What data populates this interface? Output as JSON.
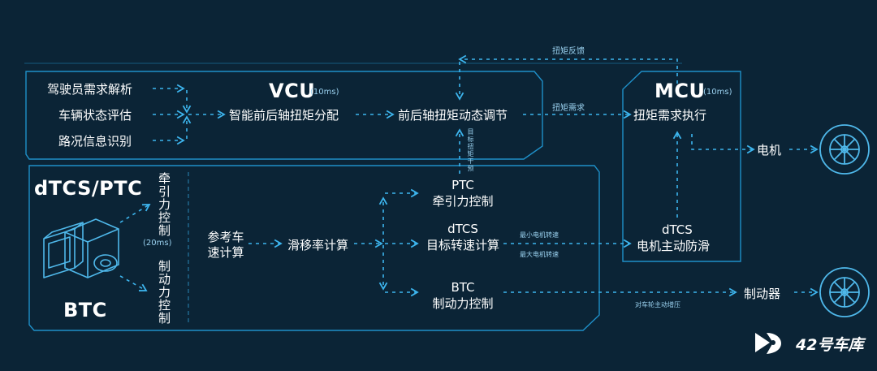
{
  "vcu": {
    "title": "VCU",
    "period": "(10ms)",
    "inputs": [
      "驾驶员需求解析",
      "车辆状态评估",
      "路况信息识别"
    ],
    "distribution": "智能前后轴扭矩分配",
    "adjustment": "前后轴扭矩动态调节"
  },
  "mcu": {
    "title": "MCU",
    "period": "(10ms)",
    "execution": "扭矩需求执行",
    "dtcs_label": "dTCS",
    "anti_slip": "电机主动防滑"
  },
  "signals": {
    "torque_feedback": "扭矩反馈",
    "torque_request": "扭矩需求",
    "target_torque_intervention": "目标扭矩干预",
    "min_motor_speed": "最小电机转速",
    "max_motor_speed": "最大电机转速",
    "wheel_active_pressure": "对车轮主动增压"
  },
  "dtcs_ptc": {
    "title": "dTCS/PTC",
    "traction_control": "牵引力控制",
    "period": "(20ms)",
    "brake_control": "制动力控制",
    "btc": "BTC",
    "ref_speed": "参考车速计算",
    "slip_rate": "滑移率计算",
    "ptc_label": "PTC",
    "ptc_text": "牵引力控制",
    "dtcs_label": "dTCS",
    "dtcs_text": "目标转速计算",
    "btc_label": "BTC",
    "btc_text": "制动力控制"
  },
  "outputs": {
    "motor": "电机",
    "brake": "制动器"
  },
  "brand": {
    "name": "42号车库"
  },
  "colors": {
    "background": "#0b2436",
    "line": "#1f90c9",
    "arrow": "#3db5ee",
    "text": "#ffffff"
  }
}
